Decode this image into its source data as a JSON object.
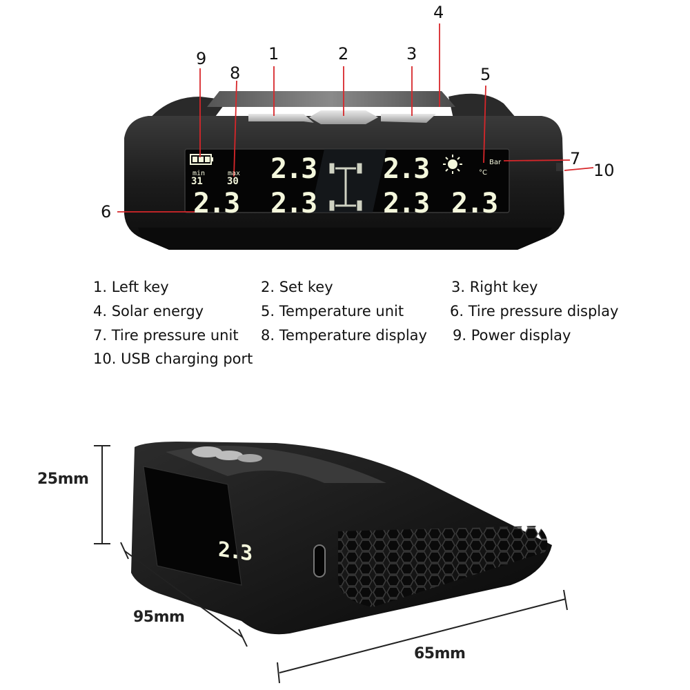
{
  "callouts": {
    "c1": "1",
    "c2": "2",
    "c3": "3",
    "c4": "4",
    "c5": "5",
    "c6": "6",
    "c7": "7",
    "c8": "8",
    "c9": "9",
    "c10": "10"
  },
  "display": {
    "min_label": "min",
    "max_label": "max",
    "min_value": "31",
    "max_value": "30",
    "pressure_unit": "Bar",
    "temp_unit": "°C",
    "readings": [
      "2.3",
      "2.3",
      "2.3",
      "2.3",
      "2.3",
      "2.3",
      "2.3"
    ]
  },
  "legend": [
    "1. Left key",
    "2. Set key",
    "3. Right key",
    "4. Solar energy",
    "5. Temperature unit",
    "6. Tire pressure display",
    "7. Tire pressure unit",
    "8. Temperature display",
    "9. Power display",
    "10. USB charging port"
  ],
  "dimensions": {
    "height": "25mm",
    "length": "95mm",
    "width": "65mm"
  },
  "colors": {
    "lcd_digits": "#f4f7dc",
    "device_body": "#1b1b1b",
    "callout_line": "#d7262a"
  }
}
